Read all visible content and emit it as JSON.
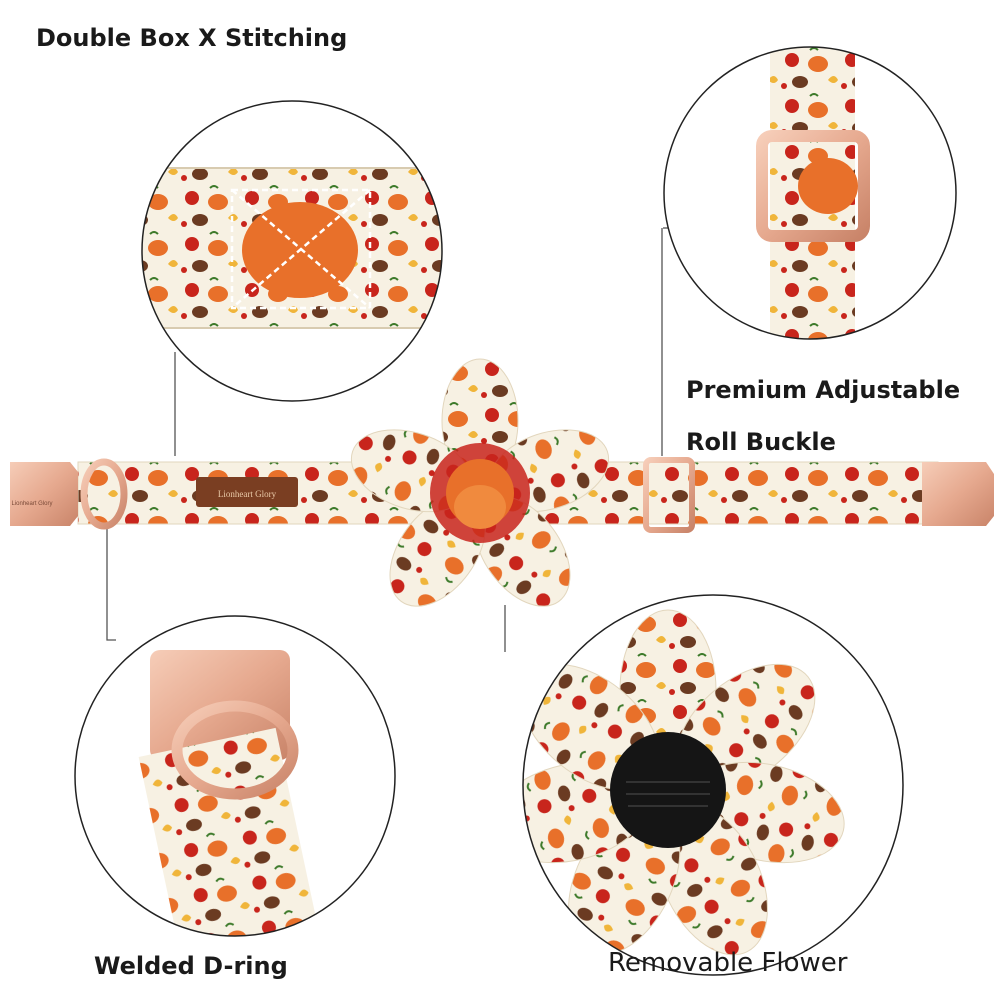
{
  "labels": {
    "stitching": "Double Box X Stitching",
    "buckle_line1": "Premium Adjustable",
    "buckle_line2": "Roll Buckle",
    "dring": "Welded D-ring",
    "flower": "Removable Flower"
  },
  "brand": {
    "leather_tag": "Lionheart Glory",
    "buckle_logo": "Lionheart Glory"
  },
  "colors": {
    "fabric": "#f7f1e3",
    "pumpkin": "#e8702a",
    "apple": "#c8251c",
    "turkey": "#6b3b22",
    "leaf": "#f0b53a",
    "rose_gold": "#e6a98f",
    "flower_back": "#151515",
    "leader_line": "#555555"
  }
}
